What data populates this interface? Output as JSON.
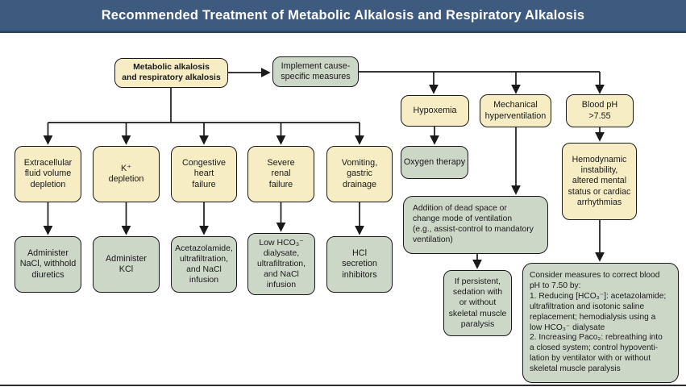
{
  "header": {
    "title": "Recommended Treatment of Metabolic Alkalosis and Respiratory Alkalosis"
  },
  "colors": {
    "header-bg": "#3e5a7e",
    "header-edge": "#2c4663",
    "header-text": "#ffffff",
    "cause-box": "#f6edc4",
    "treatment-box": "#cdd7c8",
    "box-border": "#1a1a1a",
    "arrow": "#1a1a1a"
  },
  "nodes": {
    "root": {
      "label": "Metabolic alkalosis\nand respiratory alkalosis"
    },
    "implement": {
      "label": "Implement cause-\nspecific measures"
    },
    "hypoxemia": {
      "label": "Hypoxemia"
    },
    "mech": {
      "label": "Mechanical\nhyperventilation"
    },
    "bloodph": {
      "label": "Blood pH\n>7.55"
    },
    "oxygen": {
      "label": "Oxygen therapy"
    },
    "ecf": {
      "label": "Extracellular\nfluid volume\ndepletion"
    },
    "k": {
      "label": "K⁺\ndepletion"
    },
    "chf": {
      "label": "Congestive\nheart\nfailure"
    },
    "renal": {
      "label": "Severe\nrenal\nfailure"
    },
    "vomiting": {
      "label": "Vomiting,\ngastric\ndrainage"
    },
    "nacl": {
      "label": "Administer\nNaCl, withhold\ndiuretics"
    },
    "kcl": {
      "label": "Administer\nKCl"
    },
    "acet": {
      "label": "Acetazolamide,\nultrafiltration,\nand NaCl\ninfusion"
    },
    "lowhco3": {
      "label": "Low HCO₃⁻\ndialysate,\nultrafiltration,\nand NaCl\ninfusion"
    },
    "hcl": {
      "label": "HCl\nsecretion\ninhibitors"
    },
    "deadspace": {
      "label": "Addition of dead space or\nchange mode of ventilation\n(e.g., assist-control to mandatory\nventilation)"
    },
    "sedation": {
      "label": "If persistent,\nsedation with\nor without\nskeletal muscle\nparalysis"
    },
    "hemo": {
      "label": "Hemodynamic\ninstability,\naltered mental\nstatus or cardiac\narrhythmias"
    },
    "consider": {
      "label": "Consider measures to correct blood\npH to 7.50 by:\n1. Reducing [HCO₃⁻]: acetazolamide;\nultrafiltration and isotonic saline\nreplacement; hemodialysis using a\nlow HCO₃⁻ dialysate\n2. Increasing Paco₂: rebreathing into\na closed system; control hypoventi-\nlation by ventilator with or without\nskeletal muscle paralysis"
    }
  }
}
